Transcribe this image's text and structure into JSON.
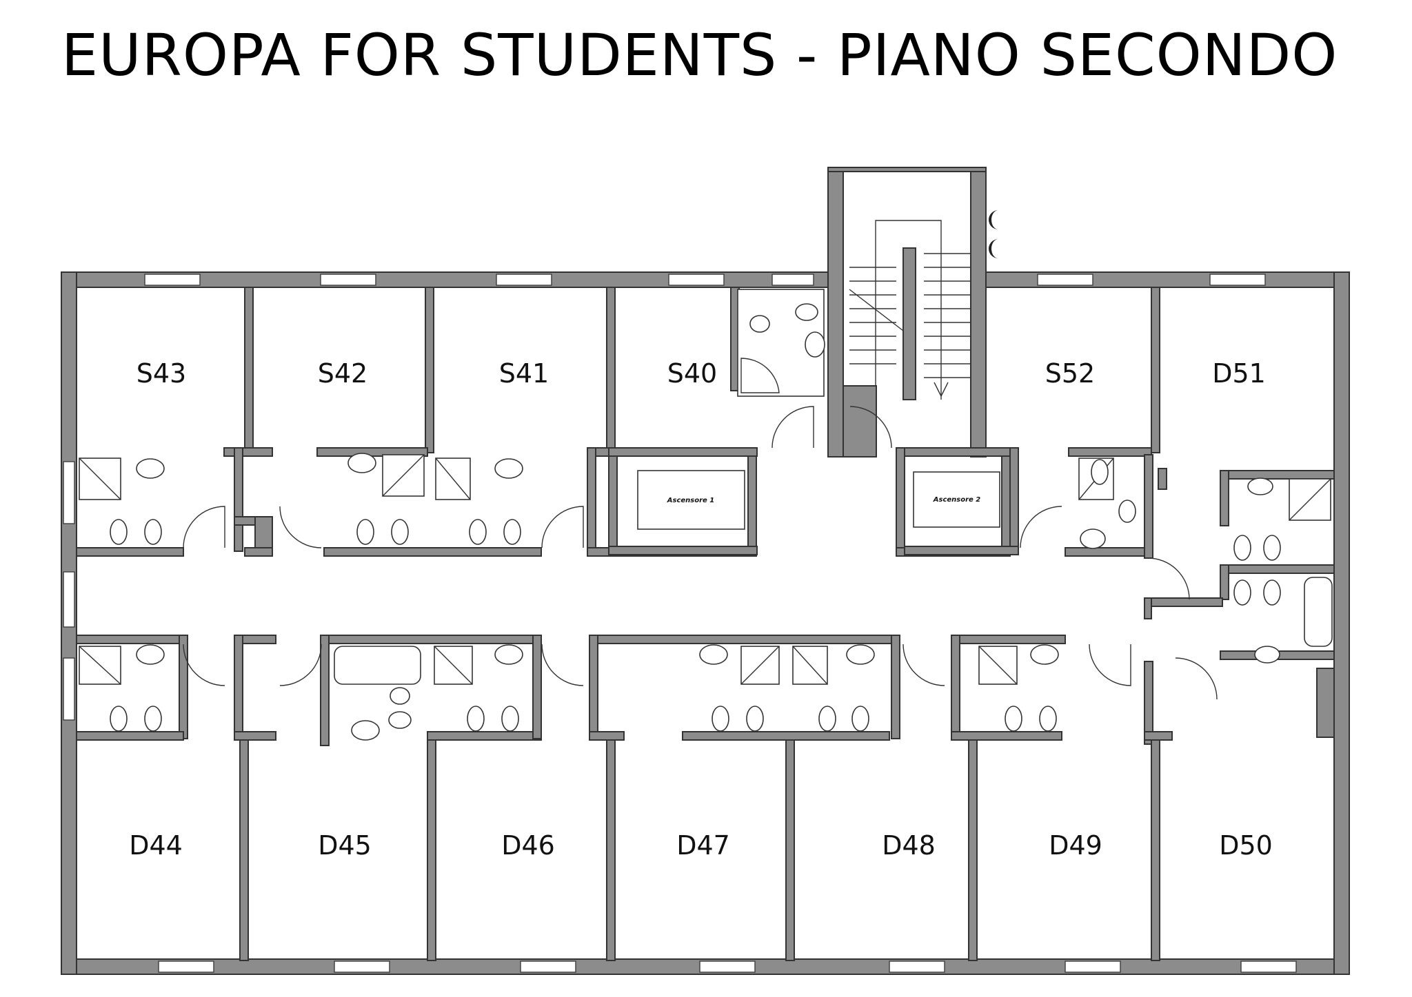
{
  "title": "EUROPA FOR STUDENTS - PIANO SECONDO",
  "rooms": {
    "S43": "S43",
    "S42": "S42",
    "S41": "S41",
    "S40": "S40",
    "S52": "S52",
    "D51": "D51",
    "D44": "D44",
    "D45": "D45",
    "D46": "D46",
    "D47": "D47",
    "D48": "D48",
    "D49": "D49",
    "D50": "D50"
  },
  "elevators": {
    "lift1": "Ascensore 1",
    "lift2": "Ascensore 2"
  },
  "colors": {
    "wall": "#8c8c8c",
    "line": "#222222",
    "background": "#ffffff"
  }
}
